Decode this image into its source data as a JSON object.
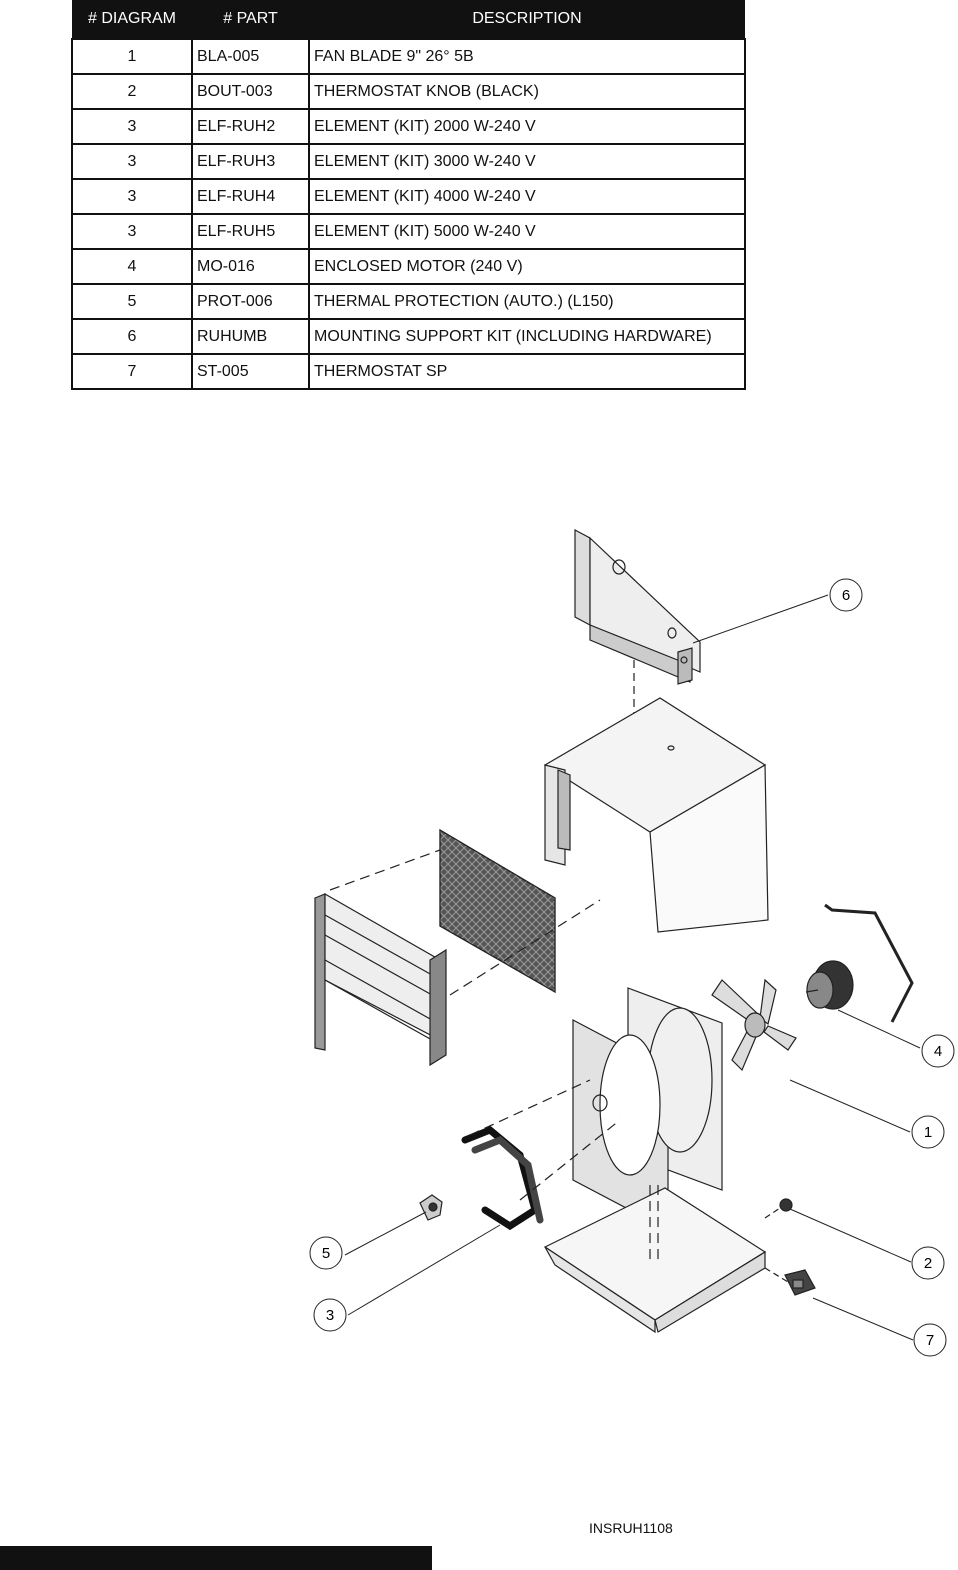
{
  "table": {
    "headers": [
      "# DIAGRAM",
      "# PART",
      "DESCRIPTION"
    ],
    "rows": [
      {
        "diagram": "1",
        "part": "BLA-005",
        "description": "FAN BLADE 9\" 26° 5B"
      },
      {
        "diagram": "2",
        "part": "BOUT-003",
        "description": "THERMOSTAT KNOB (BLACK)"
      },
      {
        "diagram": "3",
        "part": "ELF-RUH2",
        "description": "ELEMENT (KIT) 2000 W-240 V"
      },
      {
        "diagram": "3",
        "part": "ELF-RUH3",
        "description": "ELEMENT (KIT) 3000 W-240 V"
      },
      {
        "diagram": "3",
        "part": "ELF-RUH4",
        "description": "ELEMENT (KIT) 4000 W-240 V"
      },
      {
        "diagram": "3",
        "part": "ELF-RUH5",
        "description": "ELEMENT (KIT) 5000 W-240 V"
      },
      {
        "diagram": "4",
        "part": "MO-016",
        "description": "ENCLOSED MOTOR (240 V)"
      },
      {
        "diagram": "5",
        "part": "PROT-006",
        "description": "THERMAL PROTECTION (AUTO.) (L150)"
      },
      {
        "diagram": "6",
        "part": "RUHUMB",
        "description": "MOUNTING SUPPORT KIT (INCLUDING HARDWARE)"
      },
      {
        "diagram": "7",
        "part": "ST-005",
        "description": "THERMOSTAT SP"
      }
    ]
  },
  "callouts": [
    "1",
    "2",
    "3",
    "4",
    "5",
    "6",
    "7"
  ],
  "doc_code": "INSRUH1108"
}
